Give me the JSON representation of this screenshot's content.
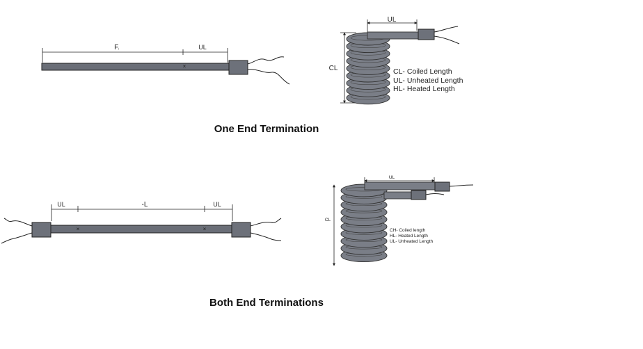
{
  "captions": {
    "one_end": "One End Termination",
    "both_end": "Both End Terminations"
  },
  "straight_one_end": {
    "heated_label": "F.",
    "unheated_label": "UL"
  },
  "coil_one_end": {
    "length_label": "CL",
    "top_label": "UL",
    "legend": [
      "CL- Coiled Length",
      "UL- Unheated Length",
      "HL- Heated Length"
    ]
  },
  "straight_both_end": {
    "left_label": "UL",
    "middle_label": "-L",
    "right_label": "UL"
  },
  "coil_both_end": {
    "length_label": "CL",
    "top_label": "UL",
    "legend": [
      "CH- Coiled length",
      "HL- Heated Length",
      "UL- Unheated Length"
    ]
  }
}
